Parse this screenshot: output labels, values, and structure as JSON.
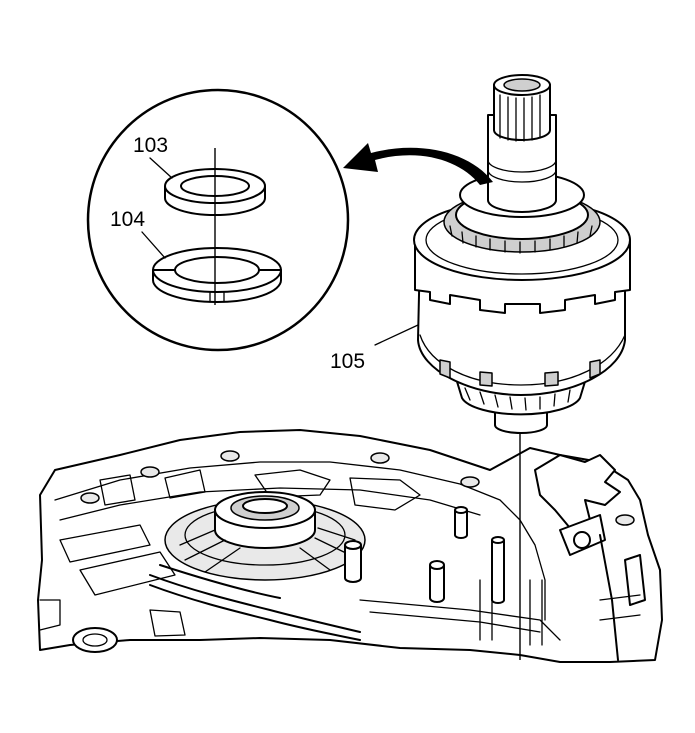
{
  "callouts": {
    "washer_upper": "103",
    "washer_lower": "104",
    "clutch_assembly": "105"
  },
  "icons": {
    "detail_circle": "magnified-detail-circle",
    "removal_arrow": "curved-arrow-icon"
  }
}
